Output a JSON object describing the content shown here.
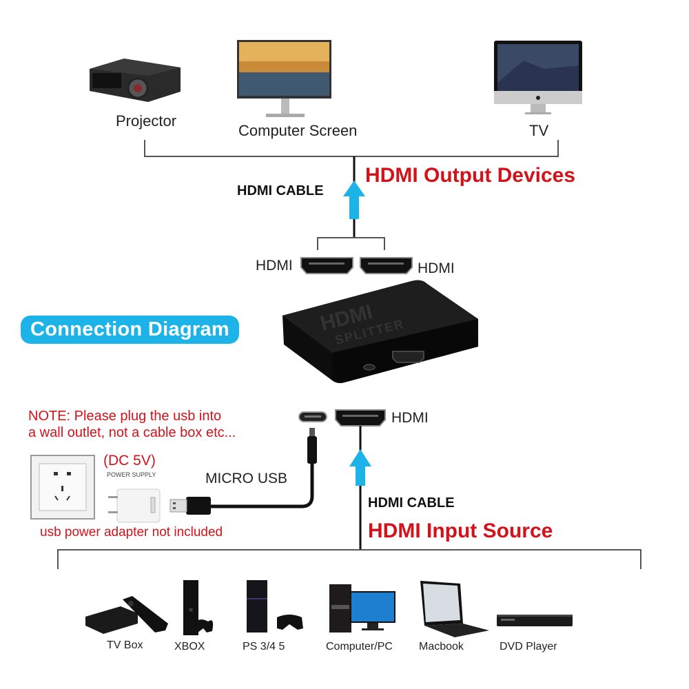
{
  "diagram": {
    "badge": "Connection Diagram",
    "output_section": {
      "title": "HDMI Output Devices",
      "cable_label": "HDMI CABLE",
      "devices": [
        {
          "label": "Projector",
          "icon": "projector-icon"
        },
        {
          "label": "Computer Screen",
          "icon": "monitor-icon"
        },
        {
          "label": "TV",
          "icon": "imac-tv-icon"
        }
      ]
    },
    "splitter": {
      "output_ports": [
        "HDMI",
        "HDMI"
      ],
      "product_text": "HDMI",
      "product_subtext": "SPLITTER",
      "input_port_label": "HDMI"
    },
    "power": {
      "note_line1": "NOTE: Please plug the usb into",
      "note_line2": "a wall outlet, not a cable box etc...",
      "dc_label": "(DC 5V)",
      "power_supply_label": "POWER SUPPLY",
      "cable_label": "MICRO USB",
      "adapter_note": "usb power adapter not included"
    },
    "input_section": {
      "title": "HDMI Input Source",
      "cable_label": "HDMI CABLE",
      "devices": [
        {
          "label": "TV Box",
          "icon": "tv-box-icon"
        },
        {
          "label": "XBOX",
          "icon": "xbox-icon"
        },
        {
          "label": "PS 3/4 5",
          "icon": "playstation-icon"
        },
        {
          "label": "Computer/PC",
          "icon": "desktop-pc-icon"
        },
        {
          "label": "Macbook",
          "icon": "laptop-icon"
        },
        {
          "label": "DVD Player",
          "icon": "dvd-player-icon"
        }
      ]
    },
    "colors": {
      "accent_blue": "#1cb3e8",
      "title_red": "#d3121a"
    }
  }
}
